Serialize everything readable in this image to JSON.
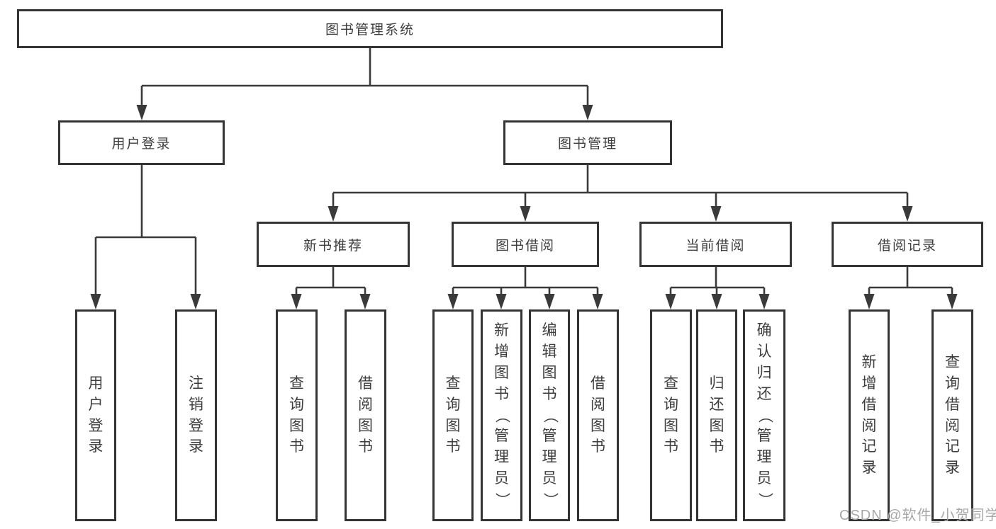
{
  "diagram_title": "图书管理系统",
  "tree": {
    "label": "图书管理系统",
    "children": [
      {
        "label": "用户登录",
        "children": [
          {
            "label": "用户登录"
          },
          {
            "label": "注销登录"
          }
        ]
      },
      {
        "label": "图书管理",
        "children": [
          {
            "label": "新书推荐",
            "children": [
              {
                "label": "查询图书"
              },
              {
                "label": "借阅图书"
              }
            ]
          },
          {
            "label": "图书借阅",
            "children": [
              {
                "label": "查询图书"
              },
              {
                "label": "新增图书（管理员）"
              },
              {
                "label": "编辑图书（管理员）"
              },
              {
                "label": "借阅图书"
              }
            ]
          },
          {
            "label": "当前借阅",
            "children": [
              {
                "label": "查询图书"
              },
              {
                "label": "归还图书"
              },
              {
                "label": "确认归还（管理员）"
              }
            ]
          },
          {
            "label": "借阅记录",
            "children": [
              {
                "label": "新增借阅记录"
              },
              {
                "label": "查询借阅记录"
              }
            ]
          }
        ]
      }
    ]
  },
  "watermark": "CSDN @软件_小贺同学",
  "colors": {
    "line": "#3a3a3a",
    "box_border": "#343434",
    "box_fill": "#ffffff",
    "text": "#3d3d3d",
    "watermark": "#a8a8a8",
    "background": "#ffffff"
  }
}
